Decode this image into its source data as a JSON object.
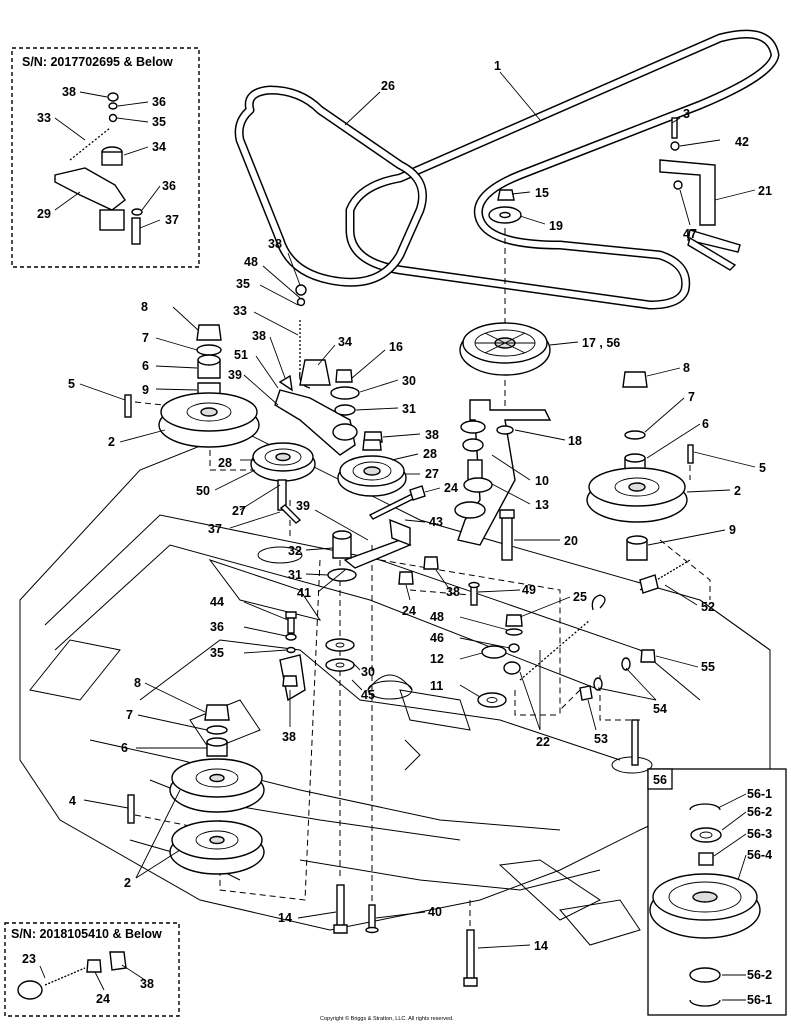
{
  "inset_top_left": {
    "title": "S/N: 2017702695 & Below",
    "labels": [
      "38",
      "36",
      "35",
      "33",
      "34",
      "36",
      "29",
      "37"
    ]
  },
  "inset_bottom_left": {
    "title": "S/N: 2018105410 & Below",
    "labels": [
      "23",
      "24",
      "38"
    ]
  },
  "inset_bottom_right": {
    "title": "56",
    "labels": [
      "56-1",
      "56-2",
      "56-3",
      "56-4",
      "56-2",
      "56-1"
    ]
  },
  "callouts": {
    "c1": "1",
    "c26": "26",
    "c3": "3",
    "c42": "42",
    "c15": "15",
    "c19": "19",
    "c21": "21",
    "c47": "47",
    "c38a": "38",
    "c48a": "48",
    "c35a": "35",
    "c33a": "33",
    "c38b": "38",
    "c34a": "34",
    "c51": "51",
    "c39a": "39",
    "c16": "16",
    "c30a": "30",
    "c31a": "31",
    "c38c": "38",
    "c28a": "28",
    "c28b": "28",
    "c27a": "27",
    "c27b": "27",
    "c50": "50",
    "c37a": "37",
    "c17": "17 , 56",
    "c18": "18",
    "c10": "10",
    "c13": "13",
    "c24a": "24",
    "c43": "43",
    "c39b": "39",
    "c32": "32",
    "c31b": "31",
    "c41": "41",
    "c20": "20",
    "c24b": "24",
    "c38d": "38",
    "c49": "49",
    "c8a": "8",
    "c7a": "7",
    "c6a": "6",
    "c9a": "9",
    "c5a": "5",
    "c2a": "2",
    "c8b": "8",
    "c7b": "7",
    "c6b": "6",
    "c5b": "5",
    "c2b": "2",
    "c9b": "9",
    "c52": "52",
    "c25": "25",
    "c48b": "48",
    "c46": "46",
    "c12": "12",
    "c11": "11",
    "c22": "22",
    "c55": "55",
    "c54": "54",
    "c53": "53",
    "c44": "44",
    "c36": "36",
    "c35b": "35",
    "c30b": "30",
    "c45": "45",
    "c38e": "38",
    "c8c": "8",
    "c7c": "7",
    "c6c": "6",
    "c4": "4",
    "c2c": "2",
    "c14a": "14",
    "c40": "40",
    "c14b": "14"
  },
  "copyright": "Copyright © Briggs & Stratton, LLC. All rights reserved."
}
